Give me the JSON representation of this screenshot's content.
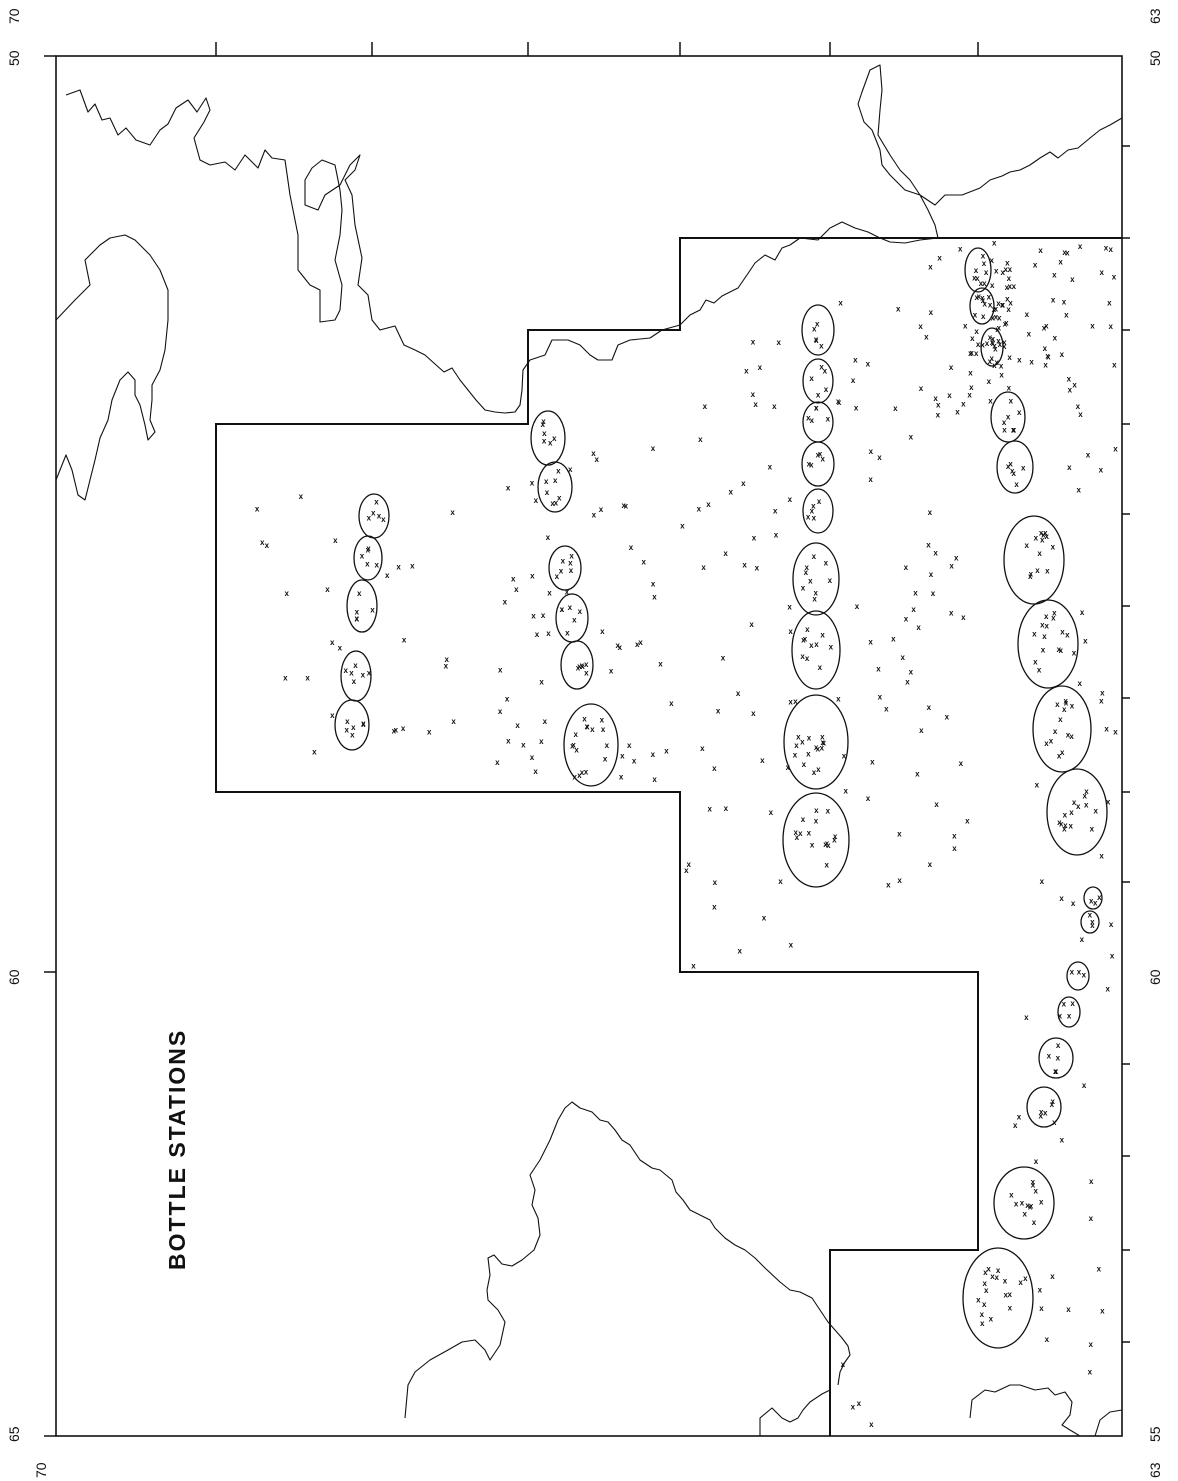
{
  "map": {
    "title": "BOTTLE STATIONS",
    "corner_labels": {
      "top_left_a": "70",
      "top_left_b": "50",
      "top_right_a": "63",
      "top_right_b": "50",
      "mid_left": "60",
      "mid_right": "60",
      "bottom_left_a": "65",
      "bottom_left_b": "70",
      "bottom_right_a": "55",
      "bottom_right_b": "63"
    },
    "station_marker": "x",
    "station_count": 430,
    "ellipse_count": 38
  }
}
